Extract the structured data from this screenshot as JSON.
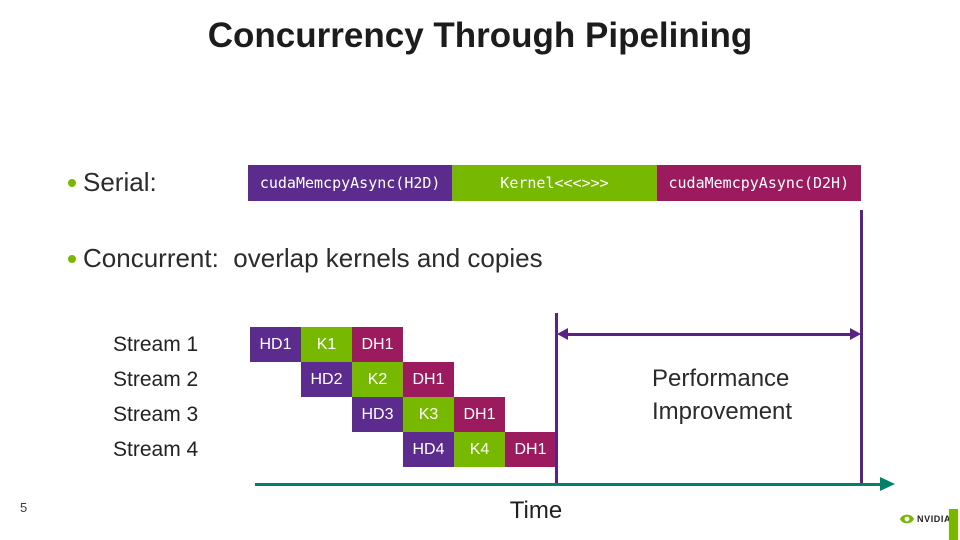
{
  "slide": {
    "title": "Concurrency Through Pipelining",
    "colors": {
      "h2d_purple": "#5b2b8d",
      "kernel_green": "#76b900",
      "d2h_magenta": "#9c1a5e",
      "annotation_purple": "#5a2383",
      "axis_teal": "#00826a",
      "nvidia_green": "#76b900"
    }
  },
  "serial": {
    "label": "Serial:",
    "segments": [
      {
        "label": "cudaMemcpyAsync(H2D)"
      },
      {
        "label": "Kernel<<<>>>"
      },
      {
        "label": "cudaMemcpyAsync(D2H)"
      }
    ]
  },
  "concurrent": {
    "label": "Concurrent:  overlap kernels and copies"
  },
  "streams": [
    {
      "name": "Stream 1",
      "blocks": [
        {
          "label": "HD1"
        },
        {
          "label": "K1"
        },
        {
          "label": "DH1"
        }
      ]
    },
    {
      "name": "Stream 2",
      "blocks": [
        {
          "label": "HD2"
        },
        {
          "label": "K2"
        },
        {
          "label": "DH1"
        }
      ]
    },
    {
      "name": "Stream 3",
      "blocks": [
        {
          "label": "HD3"
        },
        {
          "label": "K3"
        },
        {
          "label": "DH1"
        }
      ]
    },
    {
      "name": "Stream 4",
      "blocks": [
        {
          "label": "HD4"
        },
        {
          "label": "K4"
        },
        {
          "label": "DH1"
        }
      ]
    }
  ],
  "annotations": {
    "performance_line1": "Performance",
    "performance_line2": "Improvement",
    "time_label": "Time"
  },
  "footer": {
    "page_number": "5",
    "brand": "NVIDIA"
  }
}
